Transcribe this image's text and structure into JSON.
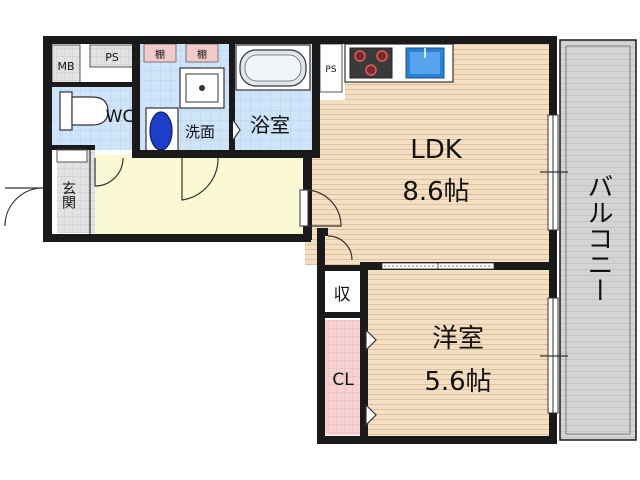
{
  "rooms": {
    "ldk": {
      "name": "LDK",
      "size": "8.6帖"
    },
    "western": {
      "name": "洋室",
      "size": "5.6帖"
    },
    "bath": "浴室",
    "washroom": "洗面",
    "toilet": "WC",
    "entrance": "玄関",
    "closet": "CL",
    "storage": "収",
    "balcony": "バルコニー"
  },
  "labels": {
    "mb": "MB",
    "ps_top": "PS",
    "ps_kitchen": "PS",
    "shelf_1": "棚",
    "shelf_2": "棚"
  },
  "colors": {
    "wall": "#1a1a1a",
    "ldk_floor": "#f4dfc4",
    "hall_floor": "#fbf8d4",
    "wet_floor": "#cfe4f8",
    "balcony": "#d4d4d4",
    "closet": "#f6d2d2",
    "fixture_blue": "#2b7fd6"
  }
}
